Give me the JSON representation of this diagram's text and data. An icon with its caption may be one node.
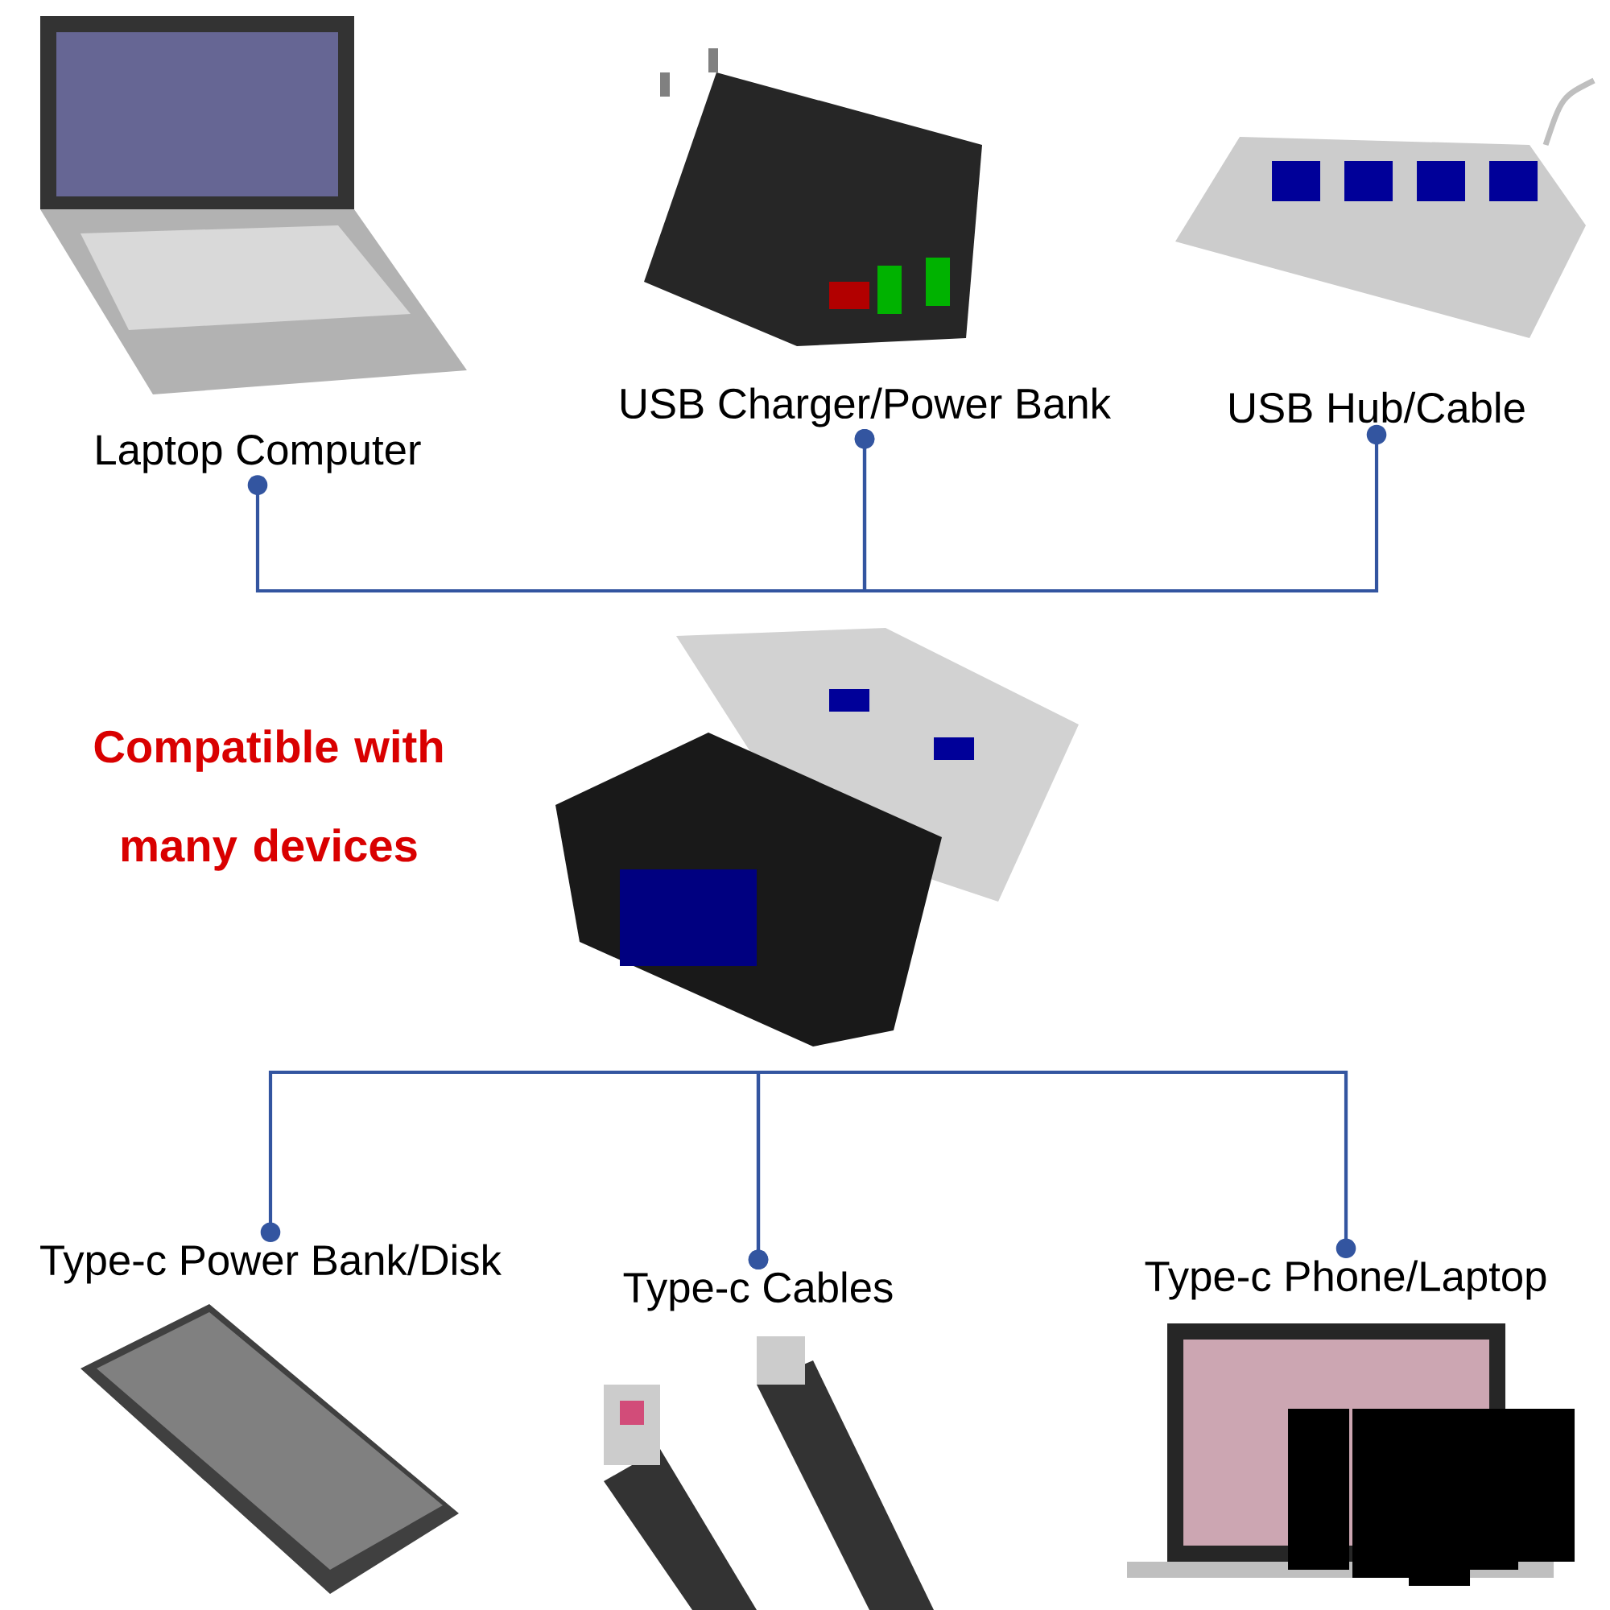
{
  "diagram": {
    "nodes": [
      {
        "text": [
          "Laptop Computer"
        ]
      },
      {
        "text": [
          "USB Charger/Power Bank"
        ]
      },
      {
        "text": [
          "USB Hub/Cable"
        ]
      },
      {
        "text": [
          "Type-c Power Bank/Disk"
        ]
      },
      {
        "text": [
          "Type-c Cables"
        ]
      },
      {
        "text": [
          "Type-c Phone/Laptop"
        ]
      }
    ],
    "edges": [
      {
        "from": 0,
        "to": 1,
        "arrow": "other"
      },
      {
        "from": 1,
        "to": 2,
        "arrow": "other"
      },
      {
        "from": 3,
        "to": 4,
        "arrow": "other"
      },
      {
        "from": 4,
        "to": 5,
        "arrow": "other"
      }
    ],
    "labels": [
      "Compatible with many devices"
    ]
  }
}
